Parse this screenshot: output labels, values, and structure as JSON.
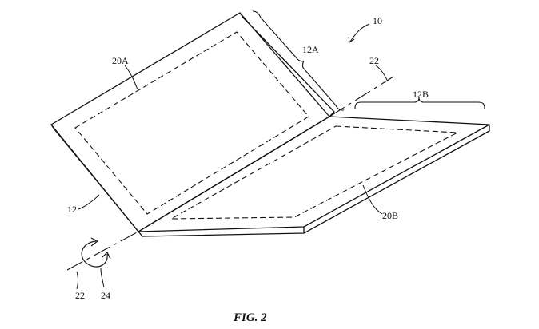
{
  "figure": {
    "caption": "FIG. 2",
    "line_color": "#111111",
    "background": "#ffffff"
  },
  "labels": {
    "device": "10",
    "housing": "12",
    "housing_upper": "12A",
    "housing_lower": "12B",
    "display_upper": "20A",
    "display_lower": "20B",
    "axis_upper": "22",
    "axis_lower": "22",
    "rotation": "24"
  }
}
